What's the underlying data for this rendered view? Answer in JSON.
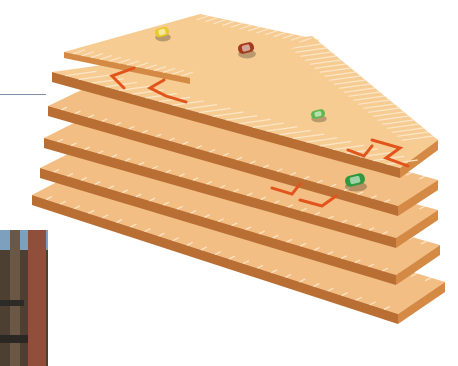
{
  "figure": {
    "description_text": "",
    "levels": [
      {
        "name": "level-1"
      },
      {
        "name": "level-2"
      },
      {
        "name": "level-3"
      },
      {
        "name": "level-4"
      },
      {
        "name": "level-5"
      }
    ],
    "cars": [
      {
        "name": "yellow-car",
        "color": "#e8c928"
      },
      {
        "name": "red-car",
        "color": "#a33a1c"
      },
      {
        "name": "green-car-small",
        "color": "#5fb64a"
      },
      {
        "name": "green-car",
        "color": "#2e9a3f"
      }
    ],
    "colors": {
      "deck_top": "#f2be83",
      "deck_top_light": "#f7cc93",
      "deck_edge": "#d48a45",
      "deck_shadow": "#b96e33",
      "stall_lines": "#fbe6c9",
      "ramp_markers": "#e1541c",
      "rule_line": "#7f8ea5",
      "photo_sky": "#7da0bd",
      "photo_building": "#4d4033"
    }
  }
}
